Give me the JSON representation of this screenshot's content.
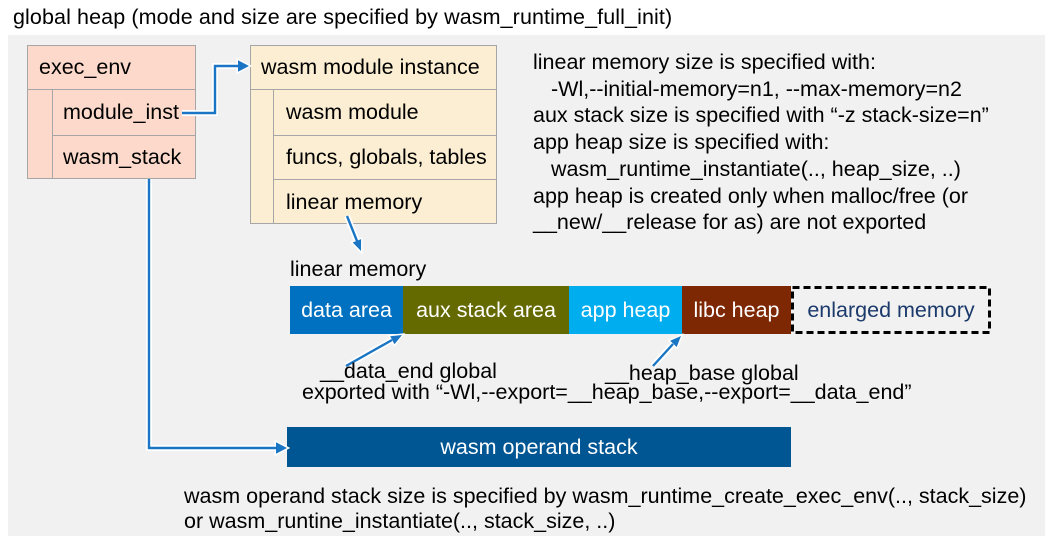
{
  "title": "global heap (mode and size are specified by wasm_runtime_full_init)",
  "colors": {
    "panel_bg": "#f1f1f1",
    "struct_salmon_fill": "#fcd9ca",
    "struct_cream_fill": "#fbeed2",
    "struct_border": "#a6a6a6",
    "data_area": "#0070c0",
    "aux_stack_area": "#646900",
    "app_heap": "#00aeef",
    "libc_heap": "#7d2703",
    "enlarged_text": "#1b3a6b",
    "operand_stack": "#005693",
    "arrow": "#1a75c4",
    "arrow_casing": "#ffffff",
    "dashed_border": "#000000"
  },
  "exec_env_box": {
    "header": "exec_env",
    "rows": [
      "module_inst",
      "wasm_stack"
    ]
  },
  "module_instance_box": {
    "header": "wasm module instance",
    "rows": [
      "wasm module",
      "funcs, globals, tables",
      "linear memory"
    ]
  },
  "notes_right": {
    "lines": [
      "linear memory size is specified with:",
      "-Wl,--initial-memory=n1, --max-memory=n2",
      "aux stack size is specified with “-z stack-size=n”",
      "app heap size is specified with:",
      "wasm_runtime_instantiate(.., heap_size, ..)",
      "app heap is created only when malloc/free (or",
      "__new/__release for as) are not exported"
    ]
  },
  "linear_memory_label": "linear memory",
  "memory_bar": {
    "segments": [
      {
        "label": "data area"
      },
      {
        "label": "aux stack area"
      },
      {
        "label": "app heap"
      },
      {
        "label": "libc heap"
      }
    ],
    "enlarged": {
      "label": "enlarged memory"
    }
  },
  "annotations": {
    "data_end": "__data_end global",
    "heap_base": "__heap_base global",
    "export_line": "exported with “-Wl,--export=__heap_base,--export=__data_end”"
  },
  "operand_stack": {
    "label": "wasm operand stack"
  },
  "notes_bottom": {
    "lines": [
      "wasm operand stack size is specified by wasm_runtime_create_exec_env(.., stack_size)",
      "or wasm_runtine_instantiate(.., stack_size, ..)"
    ]
  }
}
